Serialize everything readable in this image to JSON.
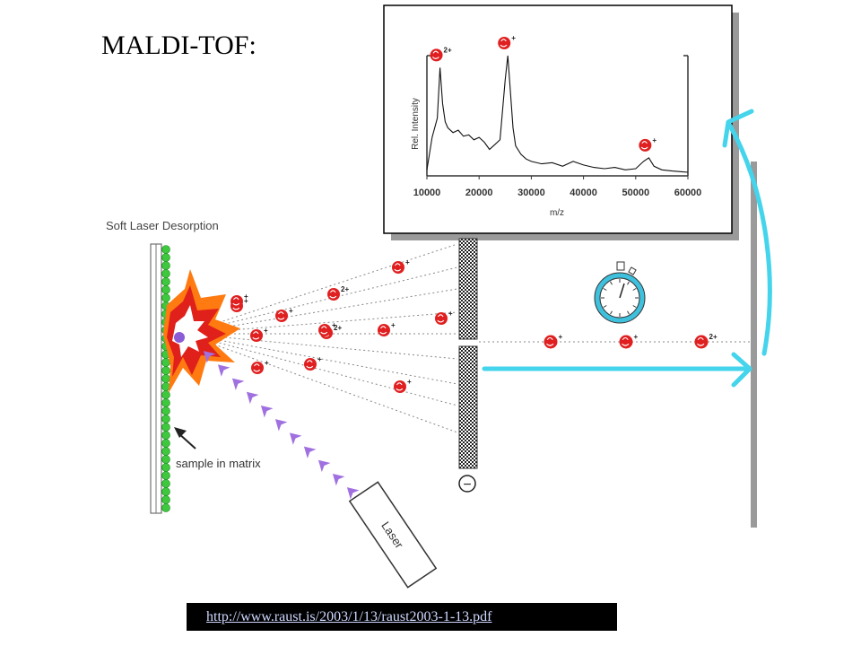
{
  "slide": {
    "title": "MALDI-TOF:"
  },
  "diagram": {
    "heading": "Soft Laser Desorption",
    "sample_label": "sample in matrix",
    "laser_label": "Laser",
    "electrode_sign": "−",
    "colors": {
      "ion": "#e02020",
      "flight_arrow": "#44d4ec",
      "laser_beam": "#a070e0",
      "burst_outer": "#ff7a10",
      "burst_inner": "#e0201a",
      "matrix_beads": "#3ec83e"
    }
  },
  "chart_data": {
    "type": "line",
    "title": "",
    "xlabel": "m/z",
    "ylabel": "Rel. Intensity",
    "xlim": [
      10000,
      60000
    ],
    "ylim": [
      0,
      1
    ],
    "xticks": [
      "10000",
      "20000",
      "30000",
      "40000",
      "50000",
      "60000"
    ],
    "x": [
      10000,
      11000,
      12000,
      12500,
      13000,
      13500,
      14000,
      15000,
      16000,
      17000,
      18000,
      19000,
      20000,
      21000,
      22000,
      23000,
      24000,
      25000,
      25500,
      26000,
      26500,
      27000,
      28000,
      29000,
      30000,
      32000,
      34000,
      36000,
      38000,
      40000,
      42000,
      44000,
      46000,
      48000,
      50000,
      51500,
      52500,
      53500,
      55000,
      57000,
      60000
    ],
    "y": [
      0.05,
      0.32,
      0.48,
      0.9,
      0.6,
      0.45,
      0.4,
      0.36,
      0.38,
      0.33,
      0.34,
      0.3,
      0.32,
      0.28,
      0.22,
      0.26,
      0.3,
      0.8,
      1.0,
      0.7,
      0.4,
      0.25,
      0.18,
      0.14,
      0.12,
      0.1,
      0.11,
      0.08,
      0.12,
      0.09,
      0.07,
      0.06,
      0.07,
      0.05,
      0.06,
      0.12,
      0.15,
      0.08,
      0.05,
      0.04,
      0.03
    ],
    "peak_annotations": [
      {
        "label": "2+",
        "x": 12500,
        "y": 0.9
      },
      {
        "label": "+",
        "x": 25500,
        "y": 1.0
      },
      {
        "label": "+",
        "x": 52500,
        "y": 0.15
      }
    ]
  },
  "ions": {
    "burst_ion_charges": [
      "+",
      "2+",
      "+",
      "+",
      "+",
      "+",
      "2+",
      "+",
      "+",
      "+",
      "+",
      "+",
      "+"
    ],
    "beam_ion_charges": [
      "+",
      "+",
      "2+"
    ]
  },
  "source": {
    "url": "http://www.raust.is/2003/1/13/raust2003-1-13.pdf"
  }
}
